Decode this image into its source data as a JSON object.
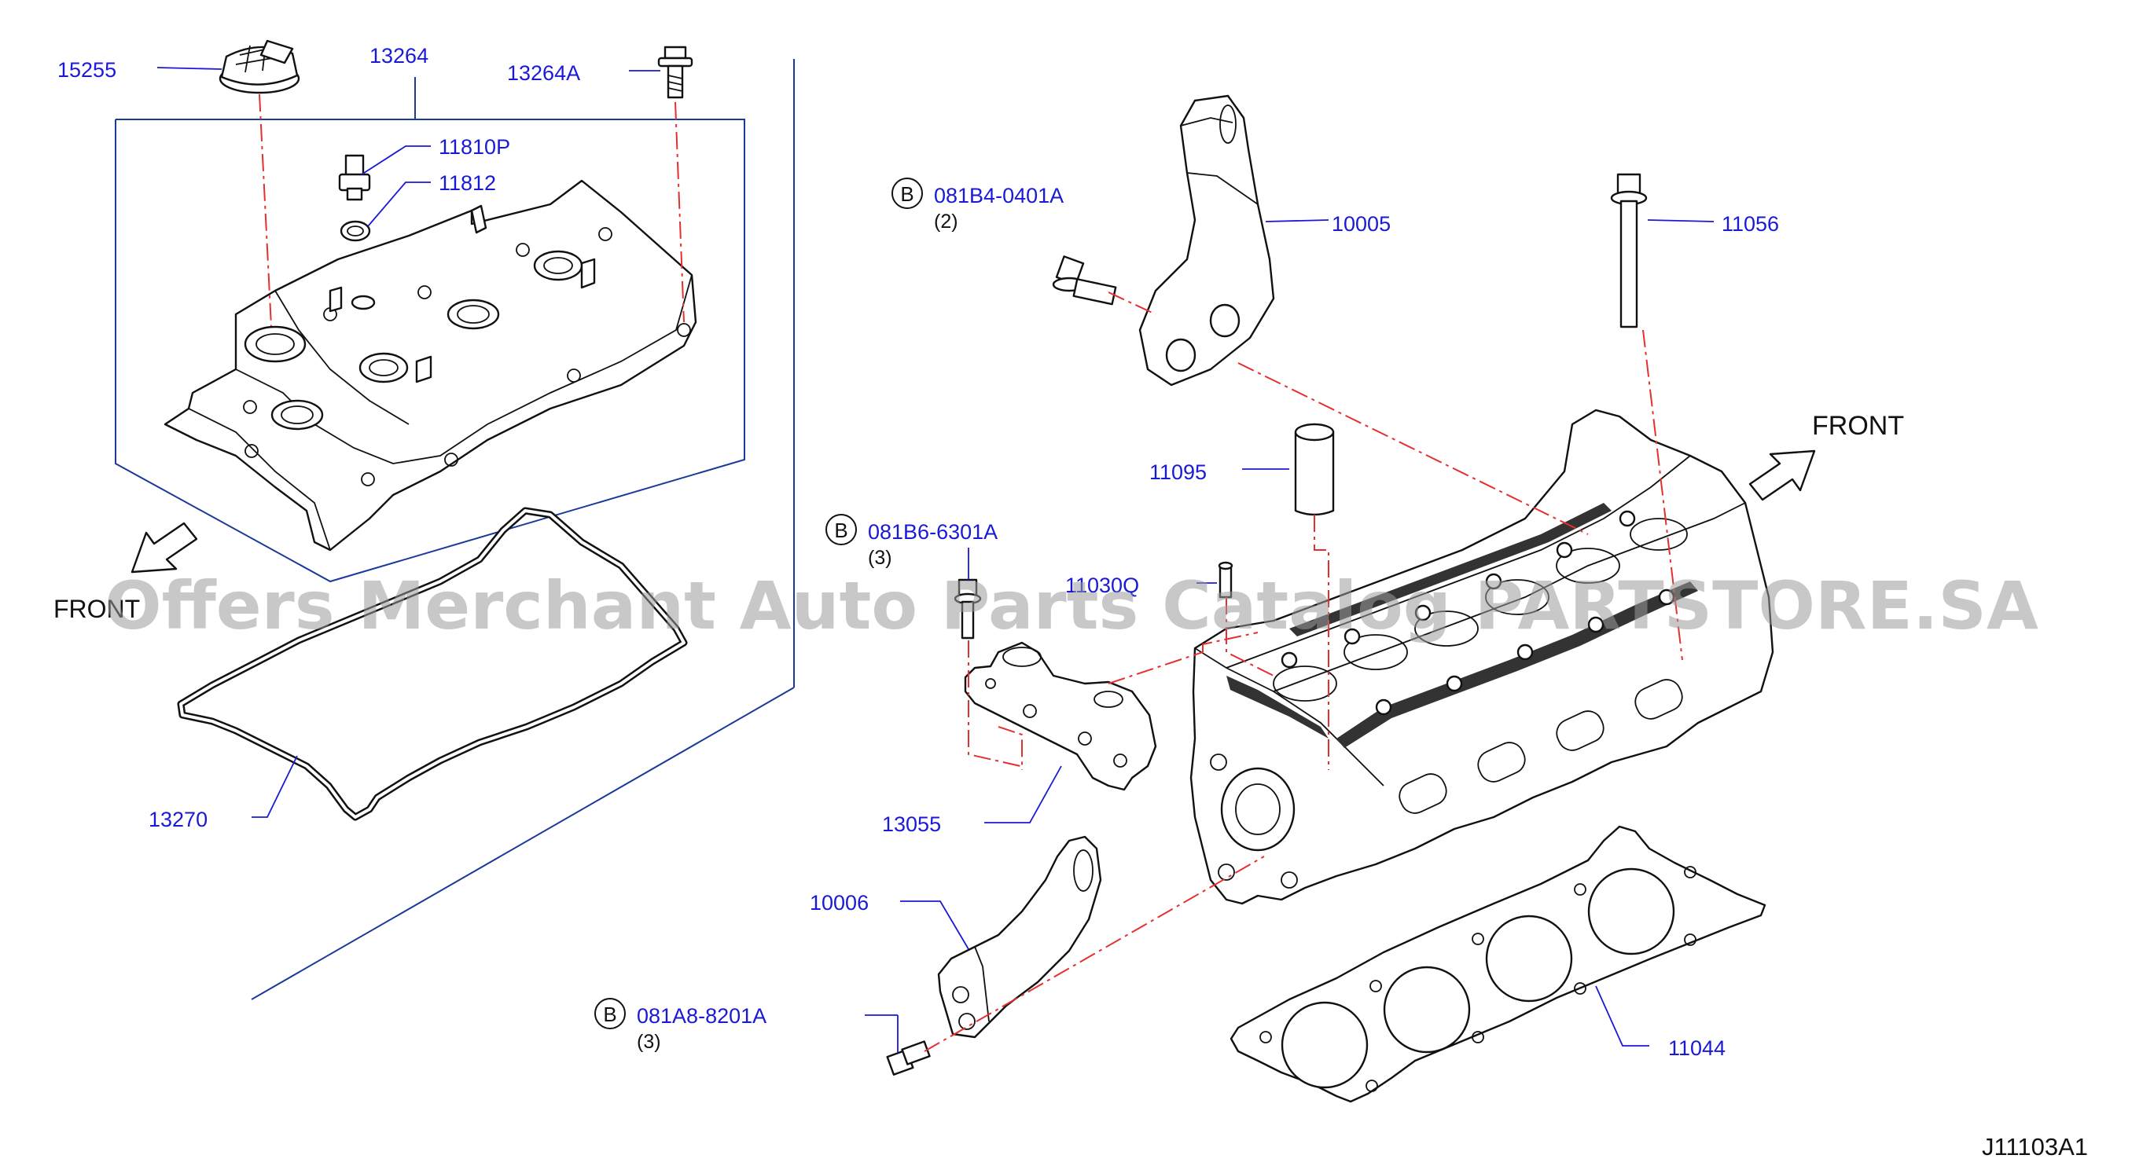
{
  "diagram": {
    "code": "J11103A1",
    "watermark": "Offers Merchant Auto Parts Catalog PARTSTORE.SA",
    "front_label_right": "FRONT",
    "front_label_left": "FRONT"
  },
  "parts": [
    {
      "id": "15255"
    },
    {
      "id": "13264"
    },
    {
      "id": "13264A"
    },
    {
      "id": "11810P"
    },
    {
      "id": "11812"
    },
    {
      "id": "13270"
    },
    {
      "id": "10005"
    },
    {
      "id": "11056"
    },
    {
      "id": "11095"
    },
    {
      "id": "11030Q"
    },
    {
      "id": "13055"
    },
    {
      "id": "10006"
    },
    {
      "id": "11044"
    }
  ],
  "bolts": [
    {
      "badge": "B",
      "code": "081B4-0401A",
      "qty": "(2)"
    },
    {
      "badge": "B",
      "code": "081B6-6301A",
      "qty": "(3)"
    },
    {
      "badge": "B",
      "code": "081A8-8201A",
      "qty": "(3)"
    }
  ]
}
